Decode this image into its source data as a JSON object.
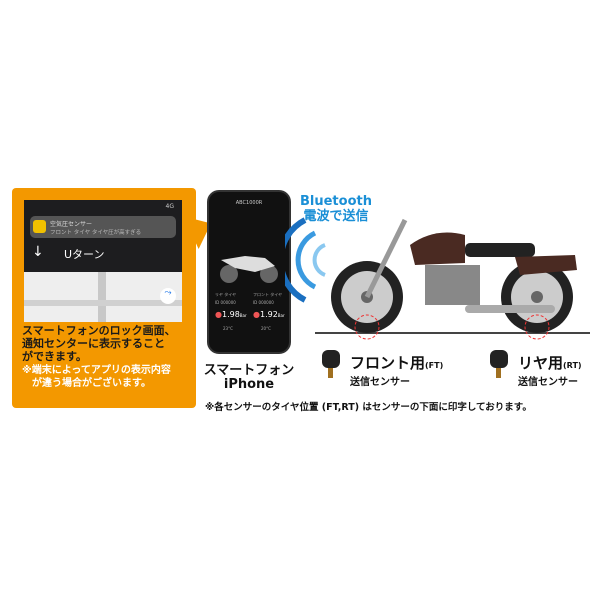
{
  "lock_screen": {
    "status": "4G",
    "notif_title": "空気圧センサー",
    "notif_body": "フロント タイヤ タイヤ圧が高すぎる",
    "nav_text": "Uターン"
  },
  "panel": {
    "line1": "スマートフォンのロック画面、",
    "line2": "通知センターに表示すること",
    "line3": "ができます。",
    "note1": "※端末によってアプリの表示内容",
    "note2": "が違う場合がございます。"
  },
  "phone": {
    "title": "ABC1000R",
    "rear_label": "リヤ タイヤ",
    "front_label": "フロント タイヤ",
    "rear_id": "ID 000000",
    "front_id": "ID 000000",
    "rear_pressure": "1.98",
    "front_pressure": "1.92",
    "unit": "Bar",
    "rear_temp": "23°C",
    "front_temp": "20°C",
    "caption1": "スマートフォン",
    "caption2": "iPhone"
  },
  "bluetooth": {
    "line1": "Bluetooth",
    "line2": "電波で送信",
    "color": "#1a8fd6"
  },
  "sensors": {
    "front_main": "フロント用",
    "front_code": "(FT)",
    "front_sub": "送信センサー",
    "rear_main": "リヤ用",
    "rear_code": "(RT)",
    "rear_sub": "送信センサー"
  },
  "footnote": "※各センサーのタイヤ位置 (FT,RT) はセンサーの下面に印字しております。",
  "colors": {
    "panel": "#f39800",
    "bluetooth": "#1a8fd6",
    "bike_tank": "#4a2a22"
  }
}
